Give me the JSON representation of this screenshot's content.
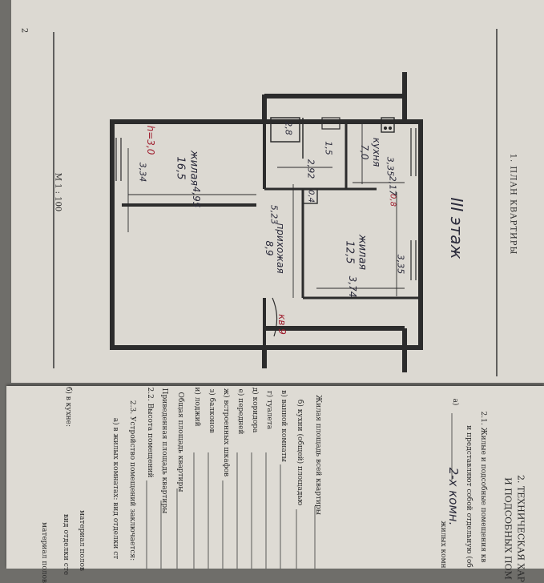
{
  "page_number": "2",
  "plan": {
    "section_title": "1. ПЛАН КВАРТИРЫ",
    "floor": "III этаж",
    "scale": "М 1 : 100",
    "rooms": {
      "kitchen": {
        "label": "кухня",
        "area": "7,0"
      },
      "living_small": {
        "label": "жилая",
        "area": "12,5"
      },
      "living_big": {
        "label": "жилая",
        "area": "16,5"
      },
      "hall": {
        "label": "прихожая",
        "area": "8,9"
      },
      "bath": "2,8",
      "toilet": "1,5",
      "closet": "0,4"
    },
    "dims": {
      "d1": "3,35",
      "d2": "2,17",
      "d3": "2,92",
      "d4": "3,35",
      "d5": "3,74",
      "d6": "5,23",
      "d7": "4,95",
      "d8": "3,34",
      "d9": "0,8",
      "h": "h=3,0"
    },
    "apt_no": "кв 9"
  },
  "tech": {
    "title1": "2. ТЕХНИЧЕСКАЯ ХАР",
    "title2": "И ПОДСОБНЫХ ПОМ",
    "l1": "2.1. Жилые и подсобные помещения кв",
    "l2": "и представляют собой отдельную (об",
    "l3a": "а)",
    "l3hand": "2-х комн.",
    "l3b": "жилых комн",
    "l4": "Жилая площадь всей квартиры",
    "l5": "б) кухни (общей) площадью",
    "l6": "в) ванной комнаты",
    "l7": "г) туалета",
    "l8": "д) коридора",
    "l9": "е) передней",
    "l10": "ж) встроенных шкафов",
    "l11": "з) балконов",
    "l12": "и) лоджий",
    "l13": "Общая площадь квартиры",
    "l14": "Приведенная площадь квартиры",
    "l15": "2.2. Высота помещений",
    "l16": "2.3. Устройство помещений заключается:",
    "l17": "а) в жилых комнатах: вид отделки ст",
    "l18": "материал полов",
    "l19": "б) в кухне:",
    "l20": "вид отделки сте",
    "l21": "материал полов"
  }
}
